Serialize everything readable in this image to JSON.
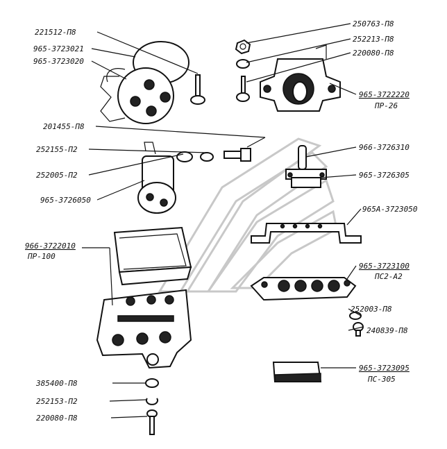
{
  "labels": {
    "l221512": "221512-П8",
    "l3723021": "965-3723021",
    "l3723020": "965-3723020",
    "l201455": "201455-П8",
    "l252155": "252155-П2",
    "l252005": "252005-П2",
    "l3726050": "965-3726050",
    "l3722010": "966-3722010",
    "l3722010b": "ПР-100",
    "l250763": "250763-П8",
    "l252213": "252213-П8",
    "l220080a": "220080-П8",
    "l3722220": "965-3722220",
    "l3722220b": "ПР-26",
    "l3726310": "966-3726310",
    "l3726305": "965-3726305",
    "l3723050": "965А-3723050",
    "l3723100": "965-3723100",
    "l3723100b": "ПС2-А2",
    "l252003": "252003-П8",
    "l240839": "240839-П8",
    "l3723095": "965-3723095",
    "l3723095b": "ПС-305",
    "l385400": "385400-П8",
    "l252153": "252153-П2",
    "l220080b": "220080-П8"
  }
}
